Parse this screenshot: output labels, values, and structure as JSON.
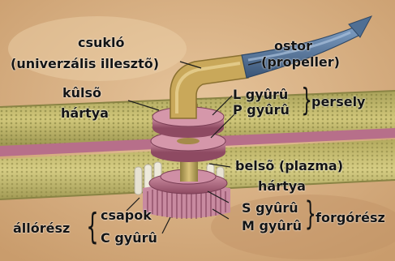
{
  "labels": {
    "joint": "csukló",
    "joint_sub": "(univerzális illesztõ)",
    "flagellum": "ostor",
    "flagellum_sub": "(propeller)",
    "outer_membrane_1": "kûlsõ",
    "outer_membrane_2": "hártya",
    "l_ring": "L gyûrû",
    "p_ring": "P gyûrû",
    "bushing": "persely",
    "inner_membrane_1": "belsõ (plazma)",
    "inner_membrane_2": "hártya",
    "s_ring": "S gyûrû",
    "m_ring": "M gyûrû",
    "rotor": "forgórész",
    "stator": "állórész",
    "studs": "csapok",
    "c_ring": "C gyûrû"
  },
  "colors": {
    "background": "#d9b184",
    "hook": "#c9a85a",
    "filament": "#4f6f94",
    "rings": "#b56d86",
    "membrane": "#b9b25a"
  }
}
